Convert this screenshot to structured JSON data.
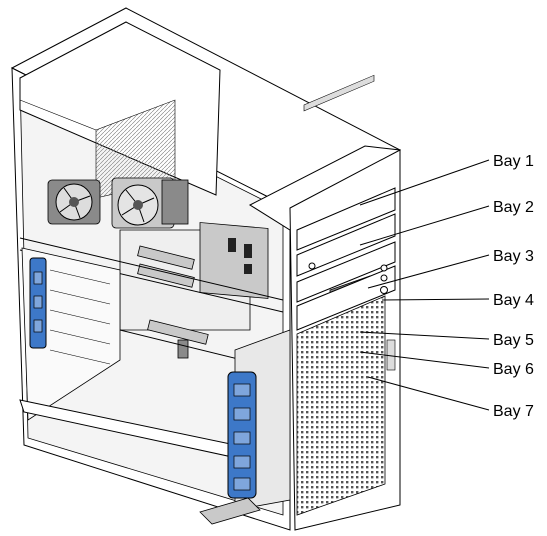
{
  "callouts": [
    {
      "id": "bay-1",
      "label": "Bay 1"
    },
    {
      "id": "bay-2",
      "label": "Bay 2"
    },
    {
      "id": "bay-3",
      "label": "Bay 3"
    },
    {
      "id": "bay-4",
      "label": "Bay 4"
    },
    {
      "id": "bay-5",
      "label": "Bay 5"
    },
    {
      "id": "bay-6",
      "label": "Bay 6"
    },
    {
      "id": "bay-7",
      "label": "Bay 7"
    }
  ],
  "colors": {
    "line": "#000000",
    "fan_and_handle_blue": "#3d78c8",
    "shade_gray": "#c9c9c9"
  }
}
